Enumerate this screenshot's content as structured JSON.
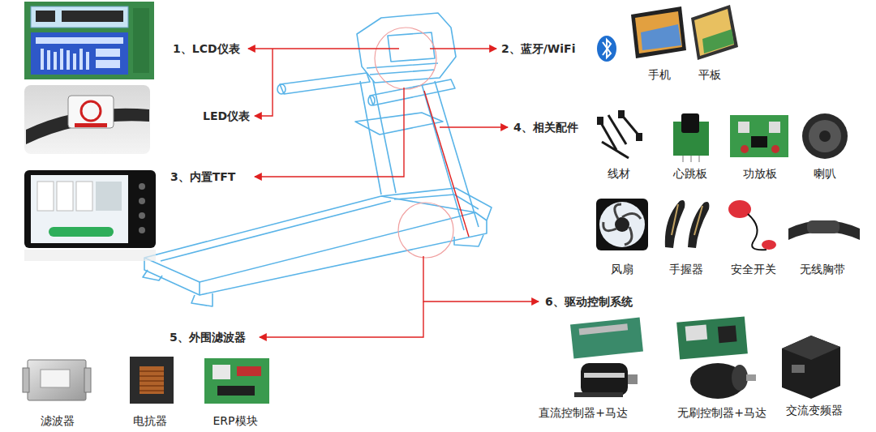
{
  "diagram": {
    "labels": [
      "1、LCD仪表",
      "LED仪表",
      "2、蓝牙/WiFi",
      "手机",
      "平板",
      "3、内置TFT",
      "4、相关配件",
      "线材",
      "心跳板",
      "功放板",
      "喇叭",
      "风扇",
      "手握器",
      "安全开关",
      "无线胸带",
      "6、驱动控制系统",
      "直流控制器+马达",
      "无刷控制器+马达",
      "交流变频器",
      "5、外围滤波器",
      "滤波器",
      "电抗器",
      "ERP模块"
    ]
  }
}
